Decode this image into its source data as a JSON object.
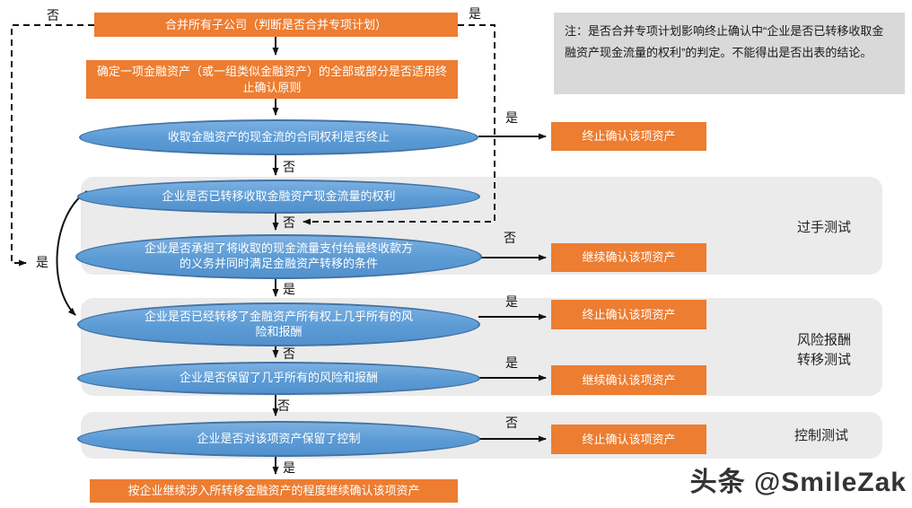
{
  "process_boxes": {
    "consolidate": "合并所有子公司（判断是否合并专项计划）",
    "scope": "确定一项金融资产（或一组类似金融资产）的全部或部分是否适用终止确认原则",
    "continuing_involvement": "按企业继续涉入所转移金融资产的程度继续确认该项资产"
  },
  "decisions": [
    {
      "text": "收取金融资产的现金流的合同权利是否终止"
    },
    {
      "text": "企业是否已转移收取金融资产现金流量的权利"
    },
    {
      "text": "企业是否承担了将收取的现金流量支付给最终收款方的义务并同时满足金融资产转移的条件"
    },
    {
      "text": "企业是否已经转移了金融资产所有权上几乎所有的风险和报酬"
    },
    {
      "text": "企业是否保留了几乎所有的风险和报酬"
    },
    {
      "text": "企业是否对该项资产保留了控制"
    }
  ],
  "outcomes": [
    {
      "text": "终止确认该项资产"
    },
    {
      "text": "继续确认该项资产"
    },
    {
      "text": "终止确认该项资产"
    },
    {
      "text": "继续确认该项资产"
    },
    {
      "text": "终止确认该项资产"
    }
  ],
  "branch_labels": {
    "yes": "是",
    "no": "否"
  },
  "regions": [
    {
      "label": "过手测试"
    },
    {
      "label": "风险报酬转移测试"
    },
    {
      "label": "控制测试"
    }
  ],
  "note": "注：是否合并专项计划影响终止确认中“企业是否已转移收取金融资产现金流量的权利”的判定。不能得出是否出表的结论。",
  "watermark": "头条 @SmileZak",
  "colors": {
    "orange": "#ED7D31",
    "blue_fill": "#5B9BD5",
    "blue_border": "#41719C",
    "region_gray": "#EBEBEB",
    "note_gray": "#D9D9D9",
    "line_black": "#111111"
  }
}
